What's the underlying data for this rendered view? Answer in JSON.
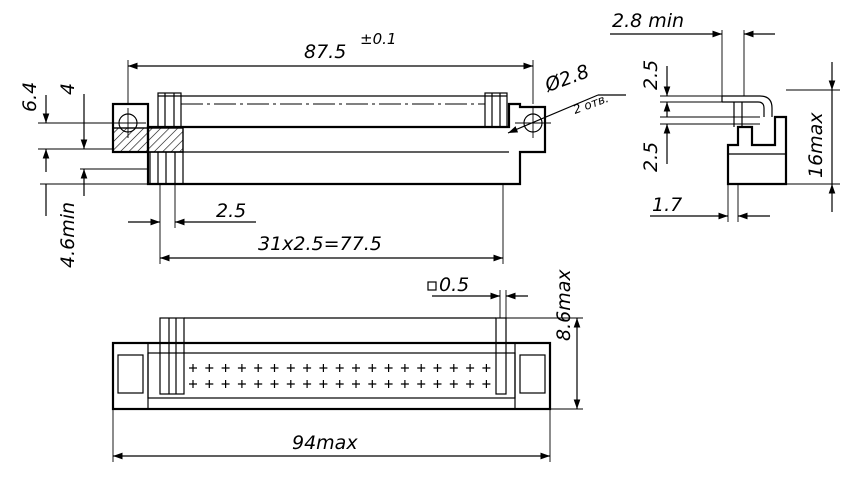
{
  "labels": {
    "overall_length": "87.5",
    "overall_length_tol": "±0.1",
    "hole_diameter": "Ø2.8",
    "hole_count": "2 отв.",
    "dim_6_4": "6.4",
    "dim_4": "4",
    "dim_4_6min": "4.6min",
    "pitch": "2.5",
    "pitch_total": "31x2.5=77.5",
    "side_2_8min": "2.8 min",
    "side_2_5_top": "2.5",
    "side_2_5_bottom": "2.5",
    "side_16max": "16max",
    "side_1_7": "1.7",
    "pin_square": "0.5",
    "front_8_6max": "8.6max",
    "front_94max": "94max"
  }
}
